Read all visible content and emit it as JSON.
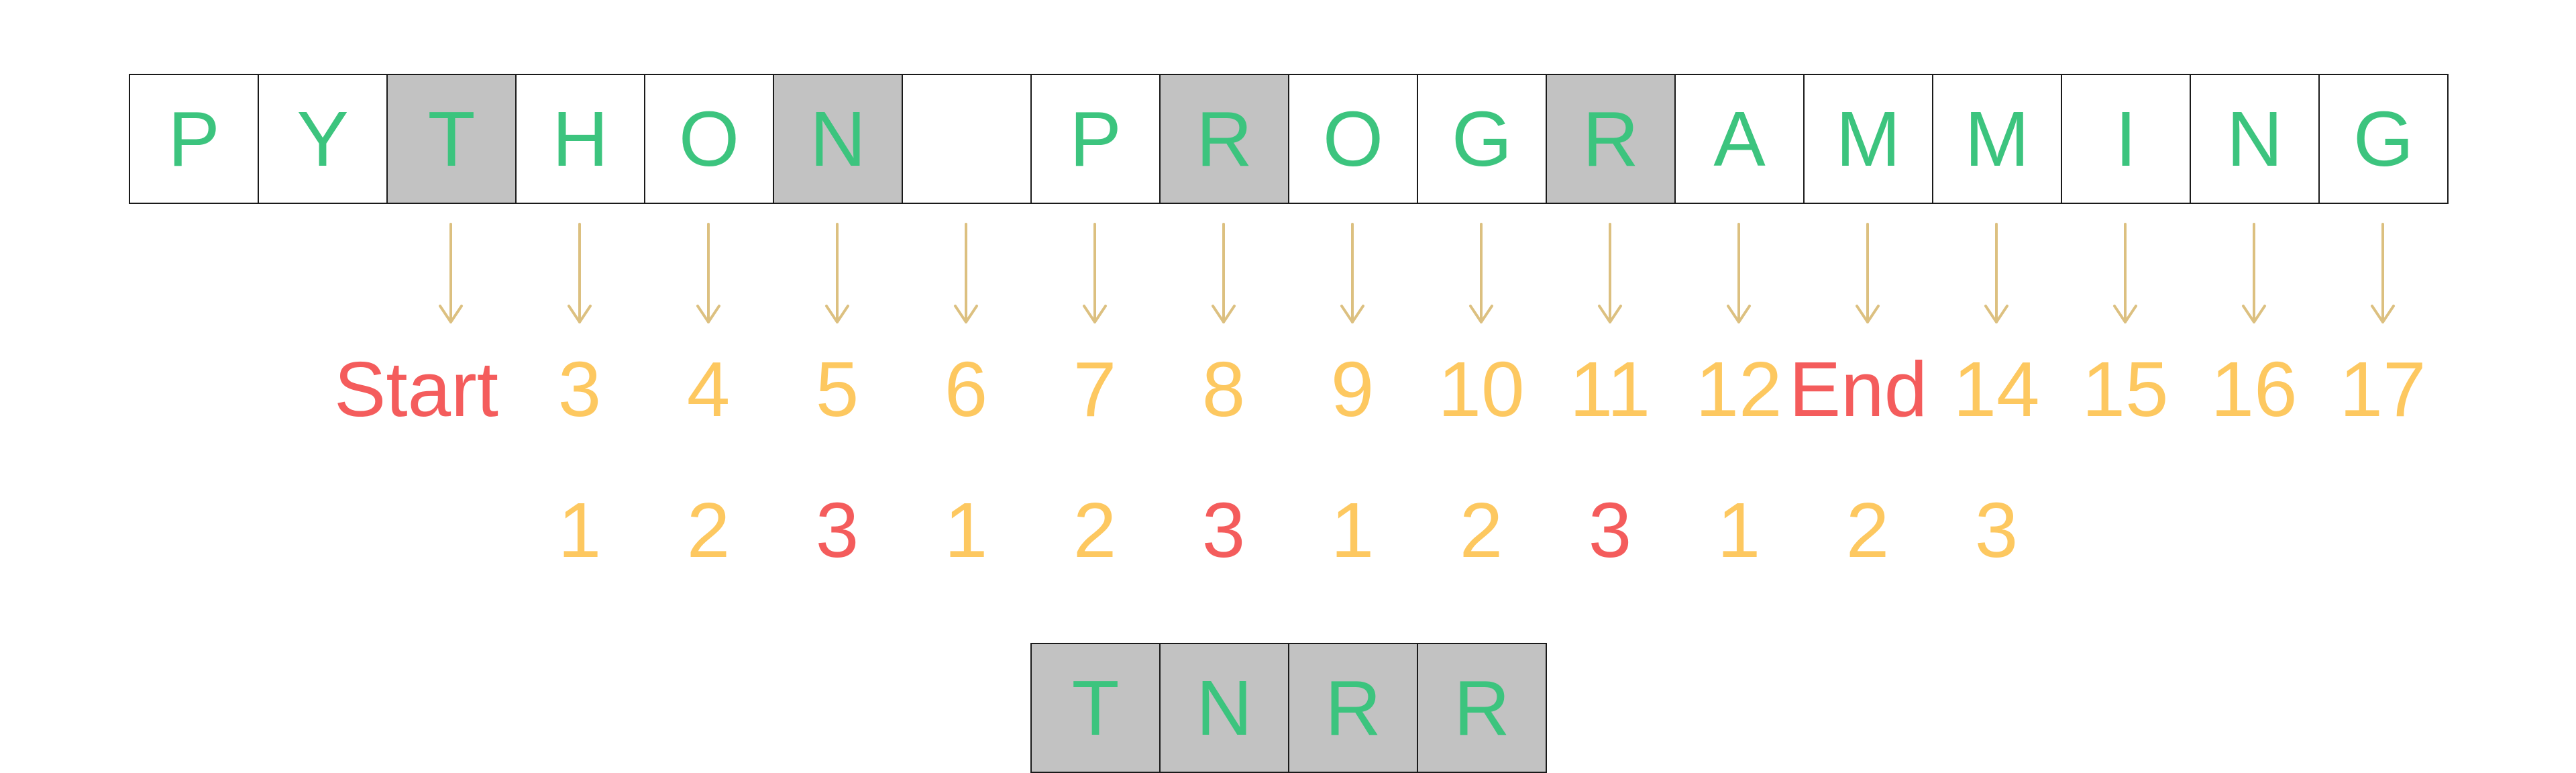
{
  "colors": {
    "letter": "#3cc47e",
    "highlight_bg": "#c2c2c2",
    "border": "#1a1a1a",
    "arrow": "#dcc080",
    "yellow": "#fdc860",
    "red": "#f45c5c"
  },
  "top_row": [
    {
      "ch": "P",
      "highlighted": false
    },
    {
      "ch": "Y",
      "highlighted": false
    },
    {
      "ch": "T",
      "highlighted": true
    },
    {
      "ch": "H",
      "highlighted": false
    },
    {
      "ch": "O",
      "highlighted": false
    },
    {
      "ch": "N",
      "highlighted": true
    },
    {
      "ch": "",
      "highlighted": false
    },
    {
      "ch": "P",
      "highlighted": false
    },
    {
      "ch": "R",
      "highlighted": true
    },
    {
      "ch": "O",
      "highlighted": false
    },
    {
      "ch": "G",
      "highlighted": false
    },
    {
      "ch": "R",
      "highlighted": true
    },
    {
      "ch": "A",
      "highlighted": false
    },
    {
      "ch": "M",
      "highlighted": false
    },
    {
      "ch": "M",
      "highlighted": false
    },
    {
      "ch": "I",
      "highlighted": false
    },
    {
      "ch": "N",
      "highlighted": false
    },
    {
      "ch": "G",
      "highlighted": false
    }
  ],
  "index_row": [
    {
      "text": "Start",
      "color": "red"
    },
    {
      "text": "3",
      "color": "yellow"
    },
    {
      "text": "4",
      "color": "yellow"
    },
    {
      "text": "5",
      "color": "yellow"
    },
    {
      "text": "6",
      "color": "yellow"
    },
    {
      "text": "7",
      "color": "yellow"
    },
    {
      "text": "8",
      "color": "yellow"
    },
    {
      "text": "9",
      "color": "yellow"
    },
    {
      "text": "10",
      "color": "yellow"
    },
    {
      "text": "11",
      "color": "yellow"
    },
    {
      "text": "12",
      "color": "yellow"
    },
    {
      "text": "End",
      "color": "red"
    },
    {
      "text": "14",
      "color": "yellow"
    },
    {
      "text": "15",
      "color": "yellow"
    },
    {
      "text": "16",
      "color": "yellow"
    },
    {
      "text": "17",
      "color": "yellow"
    }
  ],
  "count_row": [
    {
      "text": "1",
      "color": "yellow"
    },
    {
      "text": "2",
      "color": "yellow"
    },
    {
      "text": "3",
      "color": "red"
    },
    {
      "text": "1",
      "color": "yellow"
    },
    {
      "text": "2",
      "color": "yellow"
    },
    {
      "text": "3",
      "color": "red"
    },
    {
      "text": "1",
      "color": "yellow"
    },
    {
      "text": "2",
      "color": "yellow"
    },
    {
      "text": "3",
      "color": "red"
    },
    {
      "text": "1",
      "color": "yellow"
    },
    {
      "text": "2",
      "color": "yellow"
    },
    {
      "text": "3",
      "color": "yellow"
    }
  ],
  "result_row": [
    {
      "ch": "T",
      "highlighted": true
    },
    {
      "ch": "N",
      "highlighted": true
    },
    {
      "ch": "R",
      "highlighted": true
    },
    {
      "ch": "R",
      "highlighted": true
    }
  ]
}
